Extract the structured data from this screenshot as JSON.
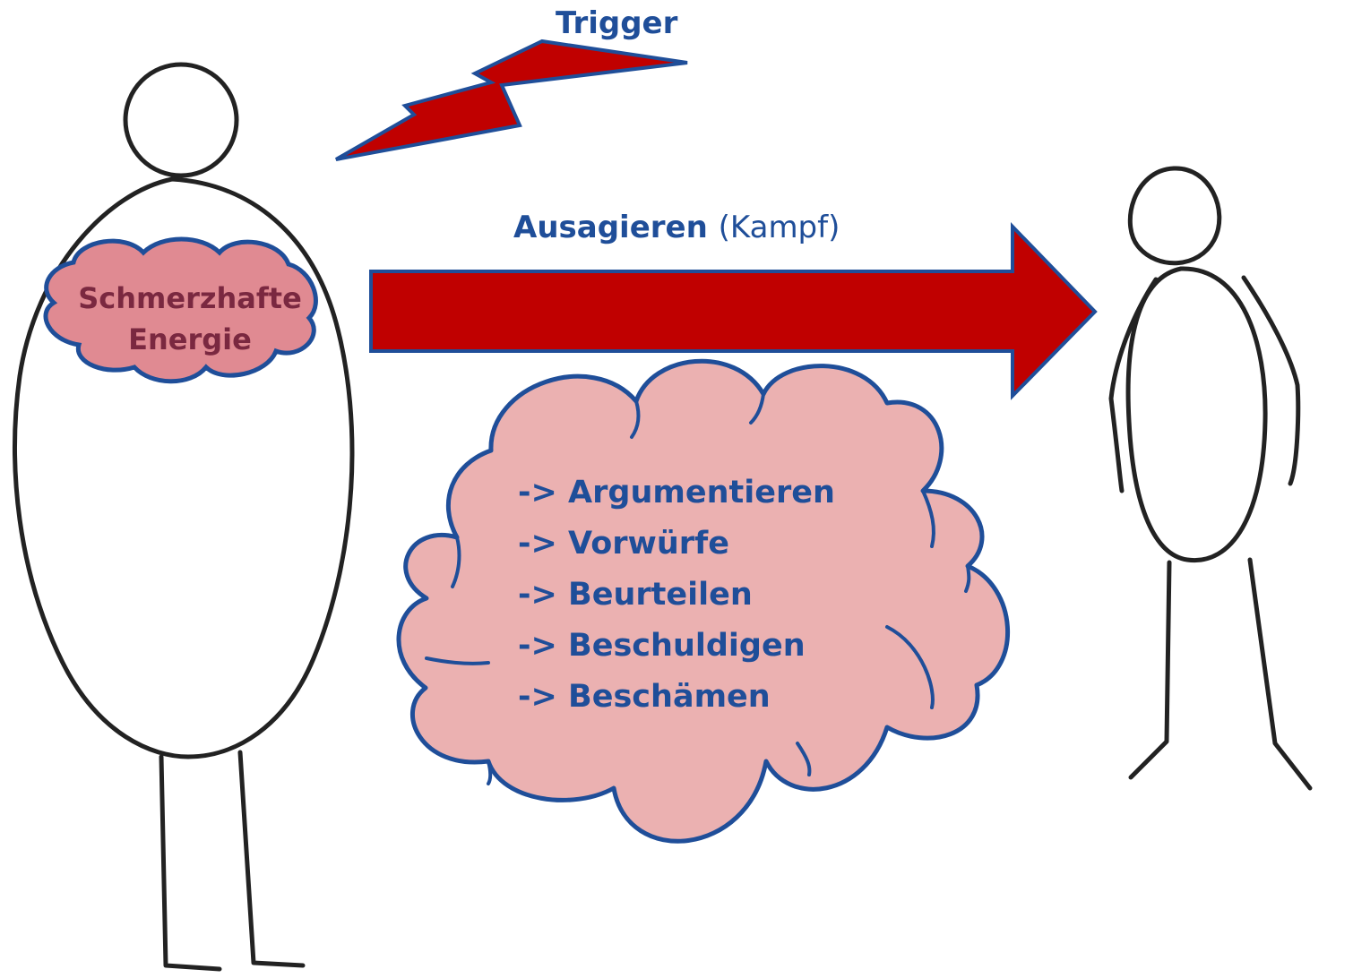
{
  "colors": {
    "text_blue": "#1f4e99",
    "pain_text": "#7a2840",
    "arrow_fill": "#c00000",
    "outline_blue": "#1f4e99",
    "cloud_fill_small": "#e08a92",
    "cloud_fill_large": "#ebb1b1",
    "stroke_sketch": "#222222"
  },
  "trigger": {
    "label": "Trigger",
    "icon": "lightning-bolt-icon"
  },
  "action": {
    "bold": "Ausagieren",
    "normal": "(Kampf)",
    "icon": "right-arrow-icon"
  },
  "pain": {
    "line1": "Schmerzhafte",
    "line2": "Energie"
  },
  "behaviors": [
    "-> Argumentieren",
    "-> Vorwürfe",
    "-> Beurteilen",
    "-> Beschuldigen",
    "-> Beschämen"
  ]
}
